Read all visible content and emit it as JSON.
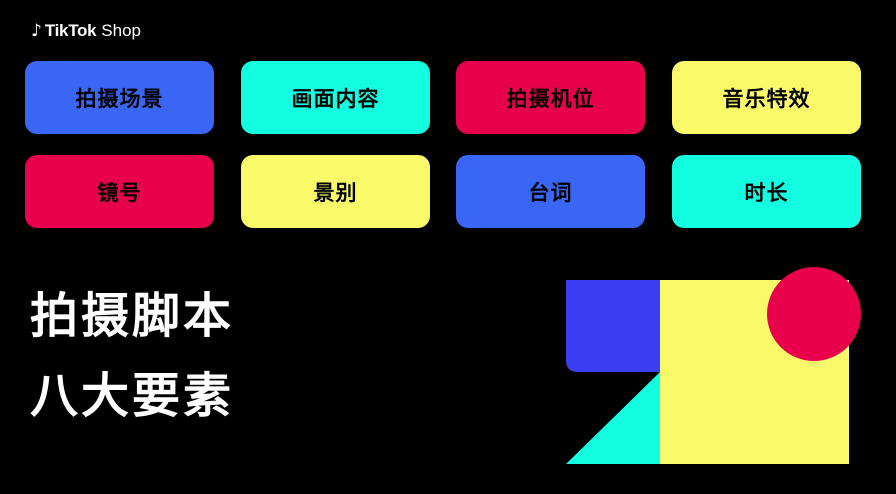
{
  "header": {
    "logo_icon": "tiktok-note-icon",
    "brand": "TikTok",
    "shop": "Shop"
  },
  "colors": {
    "blue": "#3a66f5",
    "cyan": "#13fde1",
    "red": "#e8004d",
    "yellow": "#faf96a",
    "art_blue": "#3a3df0"
  },
  "tiles": [
    {
      "label": "拍摄场景",
      "color": "#3a66f5"
    },
    {
      "label": "画面内容",
      "color": "#13fde1"
    },
    {
      "label": "拍摄机位",
      "color": "#e8004d"
    },
    {
      "label": "音乐特效",
      "color": "#faf96a"
    },
    {
      "label": "镜号",
      "color": "#e8004d"
    },
    {
      "label": "景别",
      "color": "#faf96a"
    },
    {
      "label": "台词",
      "color": "#3a66f5"
    },
    {
      "label": "时长",
      "color": "#13fde1"
    }
  ],
  "title": {
    "line1": "拍摄脚本",
    "line2": "八大要素"
  }
}
